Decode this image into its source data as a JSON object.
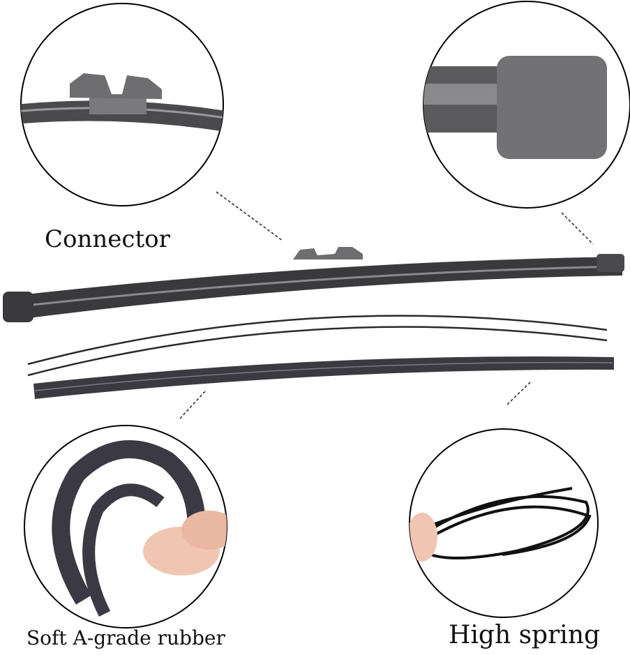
{
  "labels": {
    "connector": "Connector",
    "rubber": "Soft A-grade rubber",
    "spring": "High spring"
  },
  "colors": {
    "blade": "#3a3a3c",
    "blade_highlight": "#8a8a8e",
    "connector_grey": "#7a7a7c",
    "rubber": "#3b3a44",
    "skin": "#f0c6b2",
    "outline": "#000000"
  }
}
